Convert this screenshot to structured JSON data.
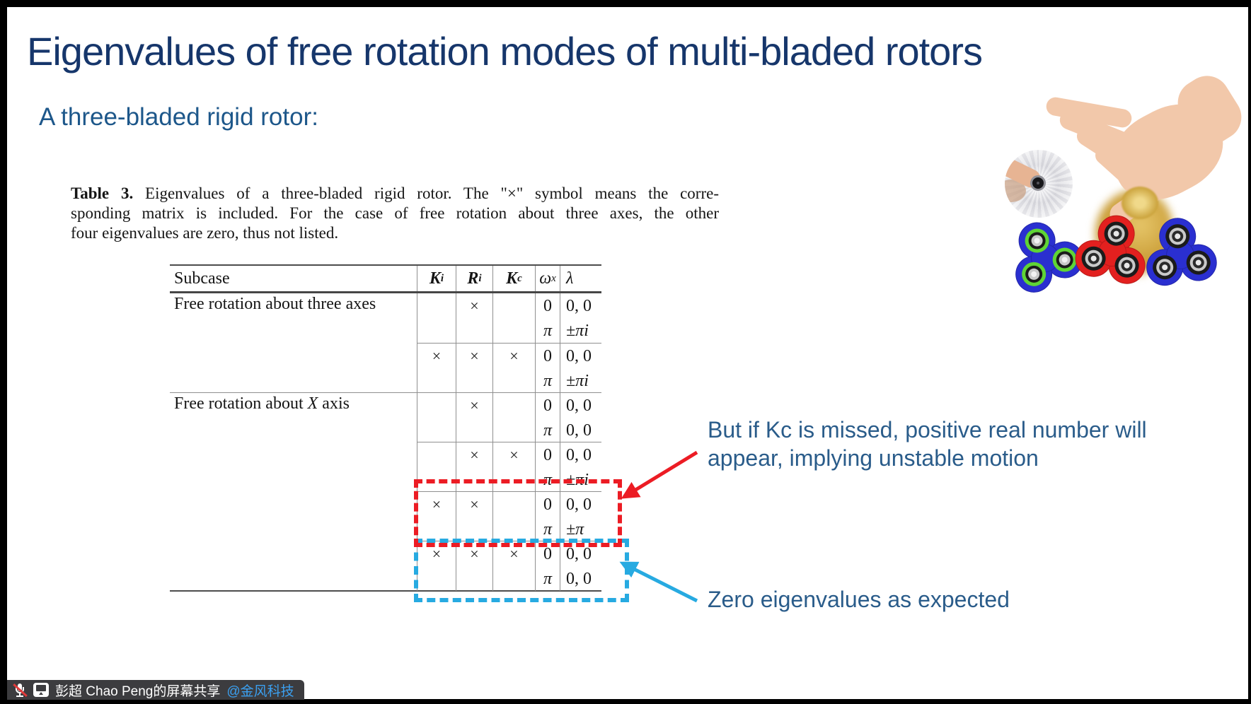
{
  "page": {
    "title": "Eigenvalues of free rotation modes of multi-bladed rotors",
    "subtitle": "A three-bladed rigid rotor:"
  },
  "caption": {
    "label": "Table 3.",
    "line1": "Eigenvalues of a three-bladed rigid rotor. The \"×\" symbol means the corre-",
    "line2": "sponding matrix is included. For the case of free rotation about three axes, the other",
    "line3": "four eigenvalues are zero, thus not listed."
  },
  "table": {
    "headers": {
      "subcase": "Subcase",
      "ki_main": "K",
      "ki_sub": "i",
      "ri_main": "R",
      "ri_sub": "i",
      "kc_main": "K",
      "kc_sub": "c",
      "wx_main": "ω",
      "wx_sub": "x",
      "lambda": "λ"
    },
    "rows": [
      {
        "subcase_pre": "Free rotation about three axes",
        "ki": "",
        "ri": "×",
        "kc": "",
        "w1": "0",
        "l1": "0, 0",
        "w2": "π",
        "l2": "±πi"
      },
      {
        "subcase_pre": "",
        "ki": "×",
        "ri": "×",
        "kc": "×",
        "w1": "0",
        "l1": "0, 0",
        "w2": "π",
        "l2": "±πi"
      },
      {
        "subcase_pre": "Free rotation about ",
        "subcase_math": "X",
        "subcase_post": " axis",
        "ki": "",
        "ri": "×",
        "kc": "",
        "w1": "0",
        "l1": "0, 0",
        "w2": "π",
        "l2": "0, 0"
      },
      {
        "subcase_pre": "",
        "ki": "",
        "ri": "×",
        "kc": "×",
        "w1": "0",
        "l1": "0, 0",
        "w2": "π",
        "l2": "±πi"
      },
      {
        "subcase_pre": "",
        "ki": "×",
        "ri": "×",
        "kc": "",
        "w1": "0",
        "l1": "0, 0",
        "w2": "π",
        "l2": "±π"
      },
      {
        "subcase_pre": "",
        "ki": "×",
        "ri": "×",
        "kc": "×",
        "w1": "0",
        "l1": "0, 0",
        "w2": "π",
        "l2": "0, 0"
      }
    ]
  },
  "annotations": {
    "unstable_line1": "But if Kc is missed, positive real number will",
    "unstable_line2": "appear, implying unstable motion",
    "zero": "Zero eigenvalues as expected"
  },
  "share_bar": {
    "presenter": "彭超 Chao Peng的屏幕共享",
    "mention": "@金风科技"
  },
  "icons": {
    "mic_muted": "microphone-muted-icon",
    "screen_share": "screen-share-icon"
  },
  "colors": {
    "title": "#16366b",
    "subtitle": "#1d578a",
    "annotation": "#2a5c8a",
    "red_accent": "#ec1c24",
    "blue_accent": "#27aae1",
    "mention_blue": "#3ba0f0",
    "spinner_blue": "#2a2fd0",
    "spinner_red": "#e3201f",
    "spinner_green_ring": "#5fd435",
    "gold_spinner": "#c9a23b",
    "share_bar_bg": "#3c3c3f"
  }
}
